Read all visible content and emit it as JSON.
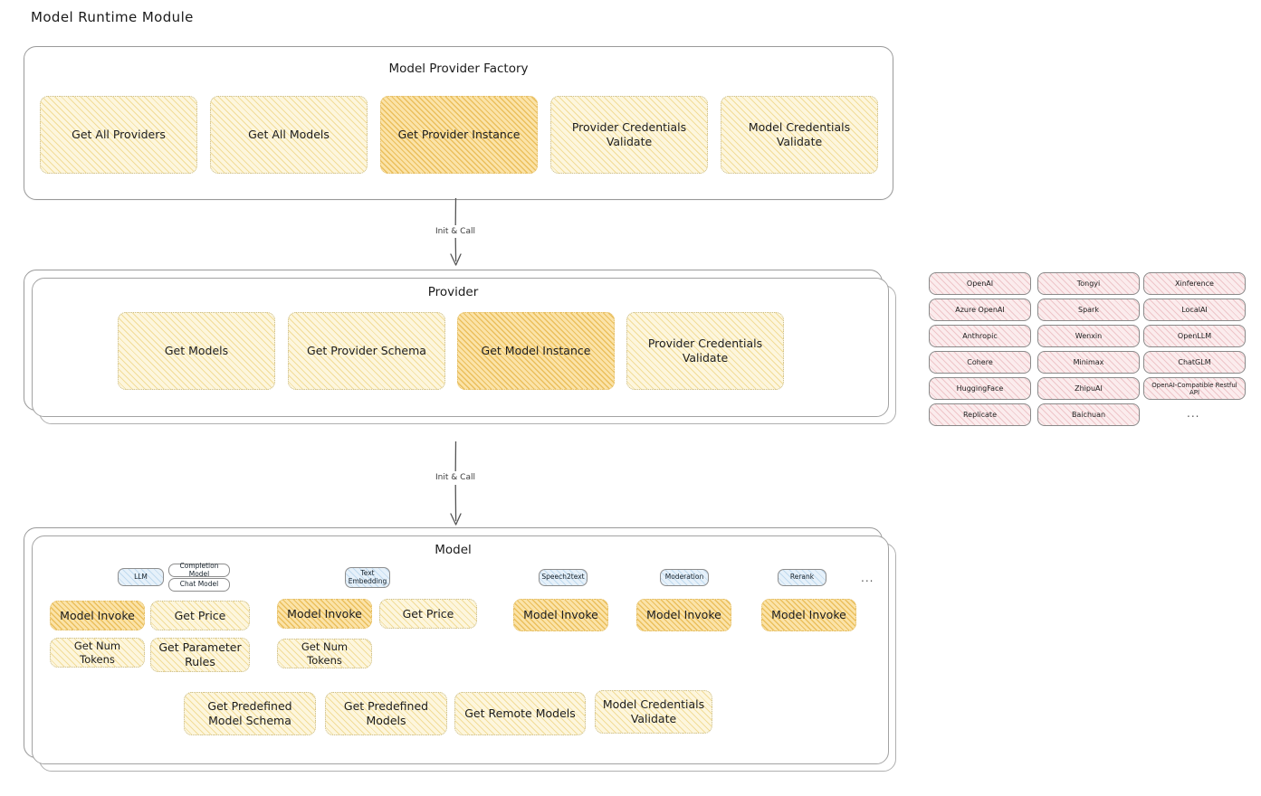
{
  "page": {
    "title": "Model Runtime Module",
    "background_color": "#ffffff",
    "style": "hand-drawn sketch"
  },
  "colors": {
    "node_fill": "#fdf6dd",
    "node_border": "#c9bd8e",
    "node_highlight_fill": "#fbe3a8",
    "node_highlight_border": "#e2bf6c",
    "tag_fill": "#fbeced",
    "badge_fill": "#e6f1fa",
    "card_border": "#9a9a9a",
    "text": "#1f1f1f"
  },
  "factory": {
    "title": "Model Provider Factory",
    "nodes": [
      {
        "label": "Get All Providers",
        "highlight": false
      },
      {
        "label": "Get All Models",
        "highlight": false
      },
      {
        "label": "Get Provider Instance",
        "highlight": true
      },
      {
        "label": "Provider Credentials Validate",
        "highlight": false
      },
      {
        "label": "Model Credentials Validate",
        "highlight": false
      }
    ]
  },
  "arrow_1": {
    "label": "Init & Call"
  },
  "provider": {
    "title": "Provider",
    "nodes": [
      {
        "label": "Get Models",
        "highlight": false
      },
      {
        "label": "Get Provider Schema",
        "highlight": false
      },
      {
        "label": "Get Model Instance",
        "highlight": true
      },
      {
        "label": "Provider Credentials Validate",
        "highlight": false
      }
    ]
  },
  "provider_list": {
    "column_1": [
      "OpenAI",
      "Azure OpenAI",
      "Anthropic",
      "Cohere",
      "HuggingFace",
      "Replicate"
    ],
    "column_2": [
      "Tongyi",
      "Spark",
      "Wenxin",
      "Minimax",
      "ZhipuAI",
      "Baichuan"
    ],
    "column_3": [
      "Xinference",
      "LocalAI",
      "OpenLLM",
      "ChatGLM",
      "OpenAI-Compatible Restful API"
    ],
    "more": "..."
  },
  "arrow_2": {
    "label": "Init & Call"
  },
  "model": {
    "title": "Model",
    "more": "...",
    "types": [
      {
        "badge": "LLM",
        "sub_badges": [
          "Completion Model",
          "Chat Model"
        ],
        "nodes": [
          "Model Invoke",
          "Get Price",
          "Get Num Tokens",
          "Get Parameter Rules"
        ]
      },
      {
        "badge": "Text Embedding",
        "sub_badges": [],
        "nodes": [
          "Model Invoke",
          "Get Price",
          "Get Num Tokens"
        ]
      },
      {
        "badge": "Speech2text",
        "sub_badges": [],
        "nodes": [
          "Model Invoke"
        ]
      },
      {
        "badge": "Moderation",
        "sub_badges": [],
        "nodes": [
          "Model Invoke"
        ]
      },
      {
        "badge": "Rerank",
        "sub_badges": [],
        "nodes": [
          "Model Invoke"
        ]
      }
    ],
    "common_nodes": [
      "Get Predefined Model Schema",
      "Get Predefined Models",
      "Get Remote Models",
      "Model Credentials Validate"
    ]
  }
}
